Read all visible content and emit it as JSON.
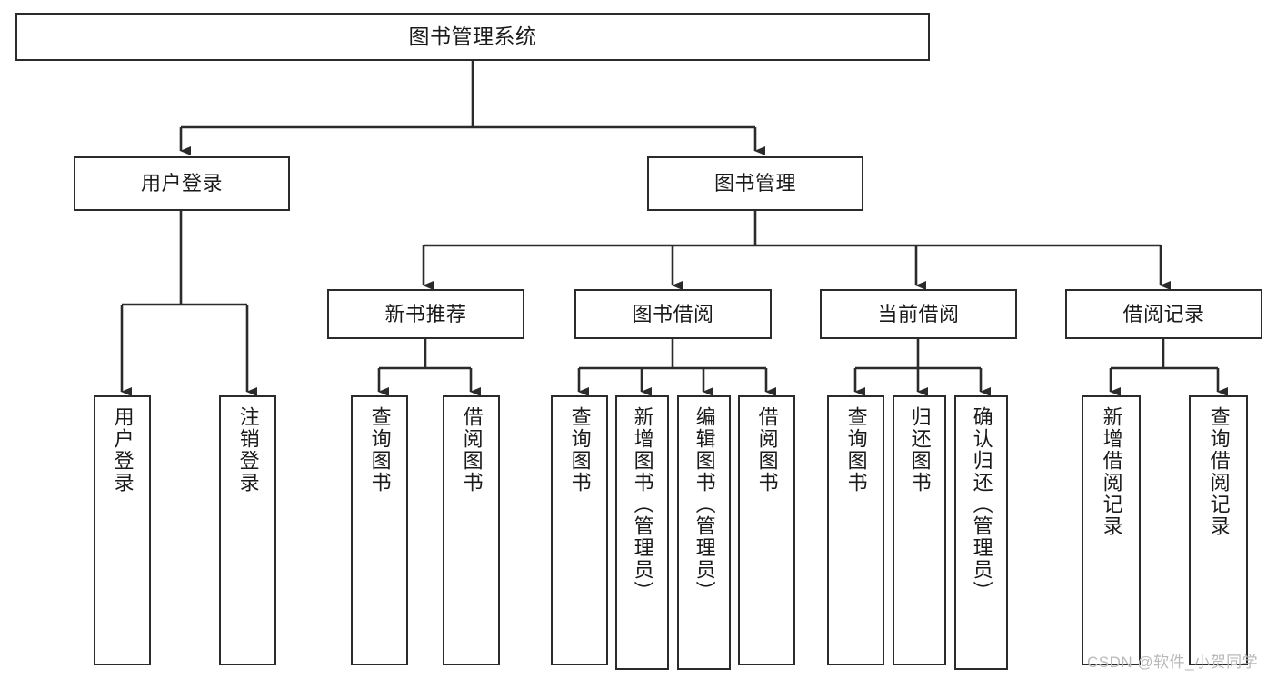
{
  "diagram": {
    "title": "图书管理系统",
    "type": "tree",
    "background_color": "#ffffff",
    "line_color": "#2b2b2b",
    "box_fill": "#ffffff",
    "text_color": "#1a1a1a"
  },
  "nodes": {
    "root": {
      "label": "图书管理系统"
    },
    "level1": [
      {
        "label": "用户登录"
      },
      {
        "label": "图书管理"
      }
    ],
    "level2": [
      {
        "label": "新书推荐"
      },
      {
        "label": "图书借阅"
      },
      {
        "label": "当前借阅"
      },
      {
        "label": "借阅记录"
      }
    ],
    "leaves": {
      "user_login": [
        {
          "label": "用户登录"
        },
        {
          "label": "注销登录"
        }
      ],
      "new_book_recommend": [
        {
          "label": "查询图书"
        },
        {
          "label": "借阅图书"
        }
      ],
      "book_borrow": [
        {
          "label": "查询图书"
        },
        {
          "label": "新增图书（管理员）"
        },
        {
          "label": "编辑图书（管理员）"
        },
        {
          "label": "借阅图书"
        }
      ],
      "current_borrow": [
        {
          "label": "查询图书"
        },
        {
          "label": "归还图书"
        },
        {
          "label": "确认归还（管理员）"
        }
      ],
      "borrow_record": [
        {
          "label": "新增借阅记录"
        },
        {
          "label": "查询借阅记录"
        }
      ]
    }
  },
  "watermark": {
    "text": "CSDN @软件_小贺同学"
  }
}
